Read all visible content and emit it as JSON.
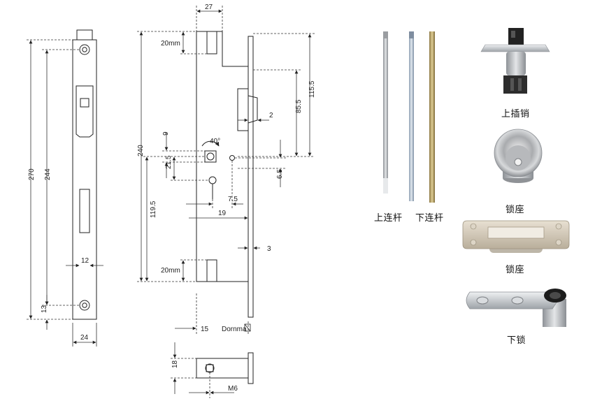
{
  "front_view": {
    "dims": {
      "total_height": "270",
      "hole_spacing": "244",
      "bottom_offset": "13",
      "slot_width": "12",
      "plate_width": "24"
    }
  },
  "side_view": {
    "dims": {
      "top_width": "27",
      "top_cut": "20mm",
      "bottom_cut": "20mm",
      "body_height": "240",
      "latch_offset": "115.5",
      "follower_offset": "85.5",
      "latch_protrusion": "2",
      "angle": "40°",
      "small_a": "9",
      "spindle_distance": "21.5",
      "pin_offset": "6.5",
      "lower_offset": "119.5",
      "backset_small": "7.5",
      "backset": "19",
      "faceplate_thickness": "3",
      "bottom_backset": "15",
      "brand": "Dornma"
    }
  },
  "bottom_view": {
    "dims": {
      "height": "18",
      "thread": "M6"
    }
  },
  "parts": {
    "upper_rod": "上连杆",
    "lower_rod": "下连杆",
    "upper_bolt": "上插销",
    "lock_seat_round": "锁座",
    "lock_seat_plate": "锁座",
    "lower_lock": "下锁"
  },
  "colors": {
    "line": "#222222",
    "dim_line": "#333333",
    "steel": "#c7c9cc",
    "brass": "#b59a55",
    "dark": "#2b2b2b"
  }
}
